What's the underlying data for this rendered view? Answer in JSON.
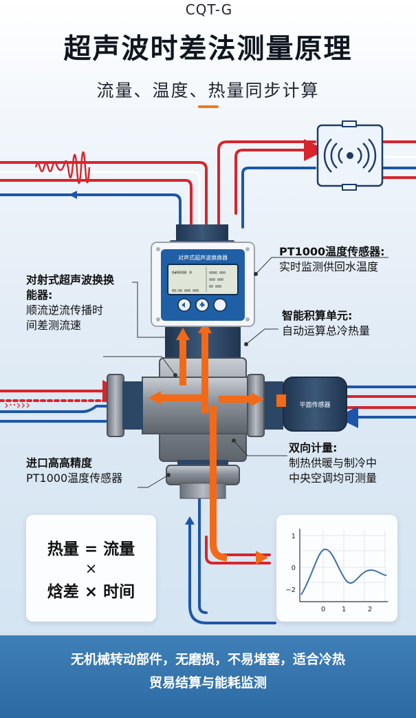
{
  "header": {
    "model": "CQT-G",
    "title": "超声波时差法测量原理",
    "subtitle": "流量、温度、热量同步计算"
  },
  "callouts": {
    "pt1000_top": {
      "heading": "PT1000温度传感器:",
      "text": "实时监测供回水温度"
    },
    "transducer": {
      "heading_line1": "对射式超声波换换",
      "heading_line2": "能器:",
      "text_line1": "顺流逆流传播时",
      "text_line2": "间差测流速"
    },
    "integrator": {
      "heading": "智能积算单元:",
      "text": "自动运算总冷热量"
    },
    "inlet_sensor": {
      "heading": "进口高高精度",
      "text": "PT1000温度传感器"
    },
    "bidirectional": {
      "heading": "双向计量:",
      "text_line1": "制热供暖与制冷中",
      "text_line2": "中央空调均可测量"
    }
  },
  "device": {
    "panel_label": "对声式超声波换换器",
    "lcd_main": "0#0000 0",
    "lcd_right1": "0006 000",
    "lcd_right2": "000 000",
    "lcd_right3": "00 000",
    "lcd_bottom": "00:00  000 000",
    "probe_label": "平面传感器"
  },
  "formula": {
    "line1": "热量 = 流量",
    "times": "×",
    "line2": "焓差 × 时间"
  },
  "graph": {
    "y_ticks": [
      "1",
      "0",
      "−2"
    ],
    "x_ticks": [
      "0",
      "1",
      "2"
    ]
  },
  "footer": {
    "line1": "无机械转动部件，无磨损，不易堵塞，适合冷热",
    "line2": "贸易结算与能耗监测"
  },
  "colors": {
    "hot_pipe": "#d8242c",
    "cold_pipe": "#1d56a8",
    "flow_arrow": "#f26a18",
    "device_blue": "#1f5fa6",
    "footer_blue": "#336fa8"
  }
}
